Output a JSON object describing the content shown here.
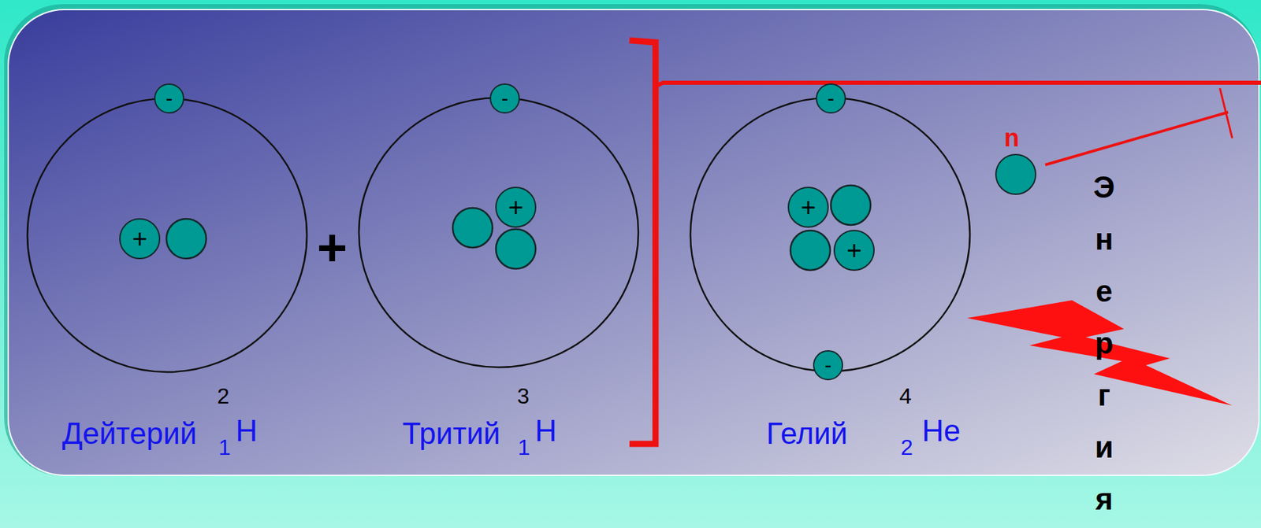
{
  "diagram": {
    "nodes": [
      {
        "text": [
          "Дейтерий",
          "2",
          "1",
          "H"
        ]
      },
      {
        "text": [
          "-"
        ],
        "in": 0
      },
      {
        "text": [
          "+"
        ],
        "in": 0
      },
      {
        "text": [
          "Тритий",
          "3",
          "1",
          "H"
        ]
      },
      {
        "text": [
          "-"
        ],
        "in": 3
      },
      {
        "text": [
          "+"
        ],
        "in": 3
      },
      {
        "text": [
          "Гелий",
          "4",
          "2",
          "He"
        ]
      },
      {
        "text": [
          "-"
        ],
        "in": 6
      },
      {
        "text": [
          "+"
        ],
        "in": 6
      },
      {
        "text": [
          "+"
        ],
        "in": 6
      },
      {
        "text": [
          "-"
        ],
        "in": 6
      },
      {
        "text": [
          "n"
        ]
      }
    ],
    "labels": [
      "+",
      "Энергия"
    ]
  }
}
